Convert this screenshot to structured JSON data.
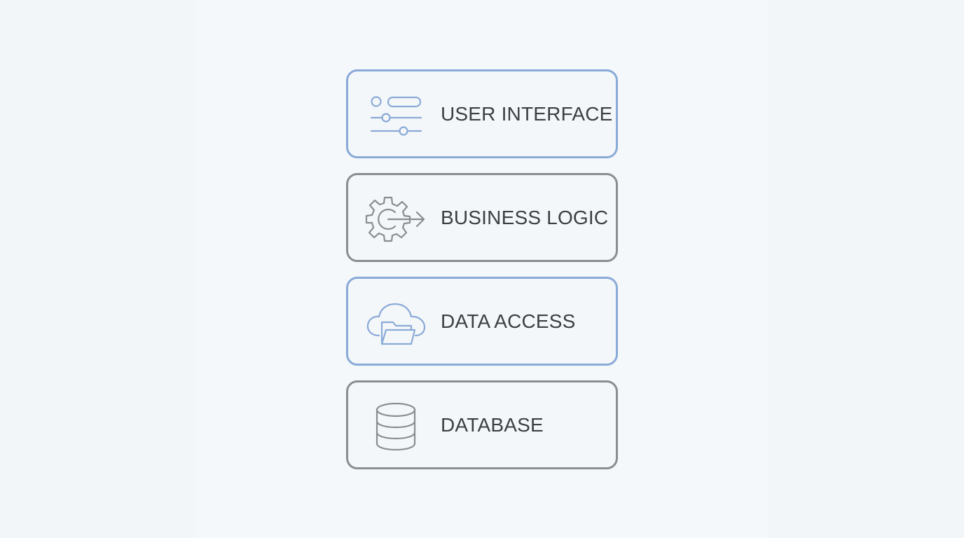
{
  "layers": [
    {
      "label": "USER INTERFACE",
      "icon": "sliders-icon",
      "style": "accent"
    },
    {
      "label": "BUSINESS LOGIC",
      "icon": "gear-arrow-icon",
      "style": "neutral"
    },
    {
      "label": "DATA ACCESS",
      "icon": "cloud-folder-icon",
      "style": "accent"
    },
    {
      "label": "DATABASE",
      "icon": "database-icon",
      "style": "neutral"
    }
  ],
  "colors": {
    "accent": "#8aaad8",
    "neutral": "#8a8d91",
    "text": "#3d4043",
    "background": "#f3f6f8"
  }
}
